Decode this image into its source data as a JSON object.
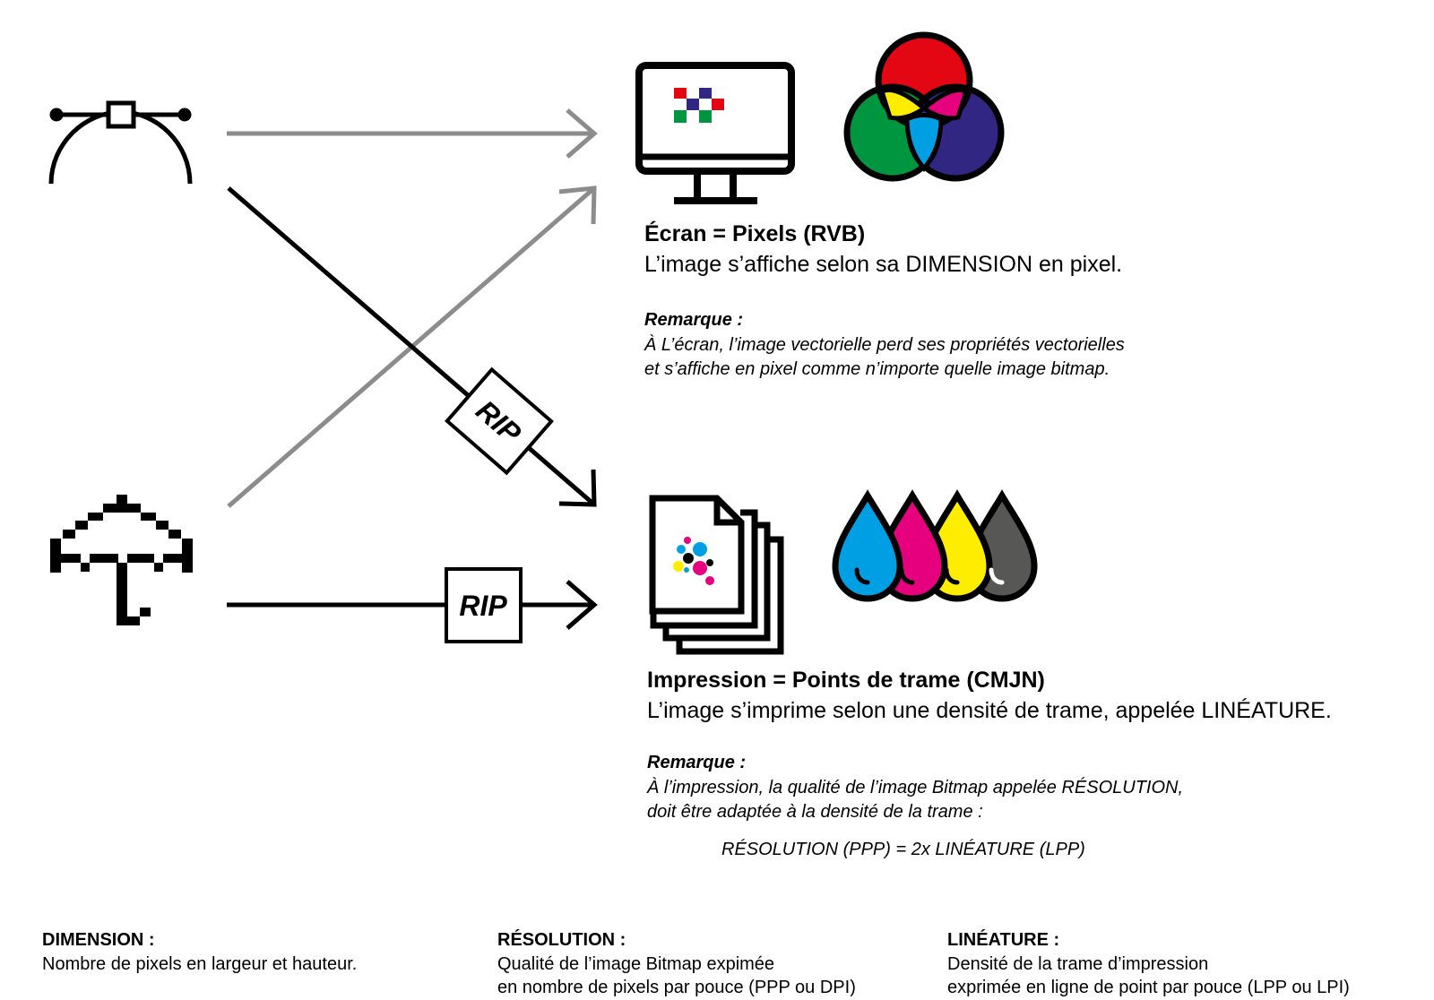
{
  "screen": {
    "title": "Écran = Pixels (RVB)",
    "line": "L’image s’affiche selon sa DIMENSION en pixel.",
    "remark_title": "Remarque :",
    "remark_lines": [
      "À L’écran, l’image vectorielle perd ses propriétés vectorielles",
      "et s’affiche en pixel comme n’importe quelle image bitmap."
    ]
  },
  "print": {
    "title": "Impression = Points de trame (CMJN)",
    "line": "L’image s’imprime selon une densité de trame, appelée LINÉATURE.",
    "remark_title": "Remarque :",
    "remark_lines": [
      "À l’impression, la qualité de l’image Bitmap appelée RÉSOLUTION,",
      "doit être adaptée à la densité de la trame :"
    ],
    "formula": "RÉSOLUTION (PPP) = 2x LINÉATURE (LPP)"
  },
  "rip_labels": {
    "diagonal": "RIP",
    "horizontal": "RIP"
  },
  "definitions": [
    {
      "title": "DIMENSION :",
      "lines": [
        "Nombre de pixels en largeur et hauteur."
      ]
    },
    {
      "title": "RÉSOLUTION :",
      "lines": [
        "Qualité de l’image Bitmap expimée",
        "en nombre de pixels par pouce (PPP ou DPI)"
      ]
    },
    {
      "title": "LINÉATURE :",
      "lines": [
        "Densité de la trame d’impression",
        "exprimée en ligne de point par pouce (LPP ou LPI)"
      ]
    }
  ],
  "icons": [
    "vector-bezier-icon",
    "pixel-umbrella-icon",
    "monitor-icon",
    "rgb-circles-icon",
    "printed-pages-icon",
    "cmyk-ink-drops-icon"
  ],
  "colors": {
    "red": "#e30613",
    "green": "#009640",
    "blue": "#312783",
    "cyan": "#009fe3",
    "magenta": "#e6007e",
    "yellow": "#ffed00",
    "black": "#575756",
    "arrow_gray": "#8c8c8c"
  }
}
